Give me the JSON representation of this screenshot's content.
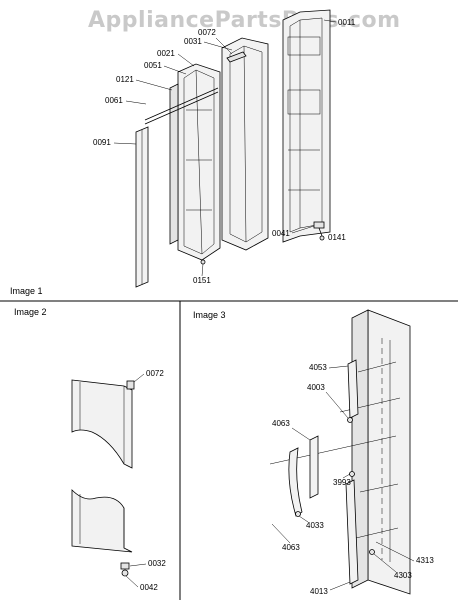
{
  "watermark": "AppliancePartsPros.com",
  "panels": [
    {
      "label": "Image 1"
    },
    {
      "label": "Image 2"
    },
    {
      "label": "Image 3"
    }
  ],
  "image1_parts": [
    "0011",
    "0072",
    "0031",
    "0021",
    "0051",
    "0121",
    "0061",
    "0091",
    "0041",
    "0141",
    "0151"
  ],
  "image2_parts": [
    "0072",
    "0032",
    "0042"
  ],
  "image3_parts": [
    "4053",
    "4003",
    "4063",
    "3993",
    "4033",
    "4063",
    "4313",
    "4303",
    "4013"
  ]
}
